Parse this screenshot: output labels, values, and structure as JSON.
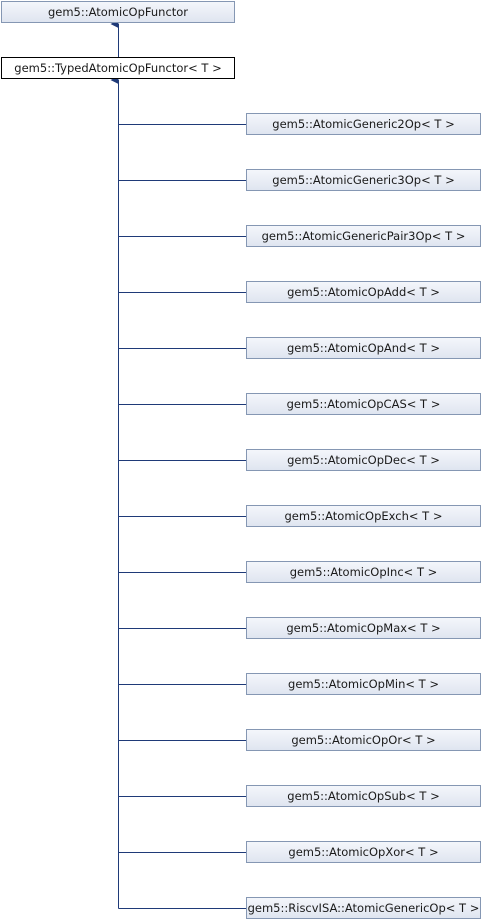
{
  "diagram": {
    "root": "gem5::AtomicOpFunctor",
    "current": "gem5::TypedAtomicOpFunctor< T >",
    "children": [
      "gem5::AtomicGeneric2Op< T >",
      "gem5::AtomicGeneric3Op< T >",
      "gem5::AtomicGenericPair3Op< T >",
      "gem5::AtomicOpAdd< T >",
      "gem5::AtomicOpAnd< T >",
      "gem5::AtomicOpCAS< T >",
      "gem5::AtomicOpDec< T >",
      "gem5::AtomicOpExch< T >",
      "gem5::AtomicOpInc< T >",
      "gem5::AtomicOpMax< T >",
      "gem5::AtomicOpMin< T >",
      "gem5::AtomicOpOr< T >",
      "gem5::AtomicOpSub< T >",
      "gem5::AtomicOpXor< T >",
      "gem5::RiscvISA::AtomicGenericOp< T >"
    ],
    "colors": {
      "node_border": "#8597b3",
      "current_border": "#000000",
      "edge": "#1f3a78"
    }
  }
}
